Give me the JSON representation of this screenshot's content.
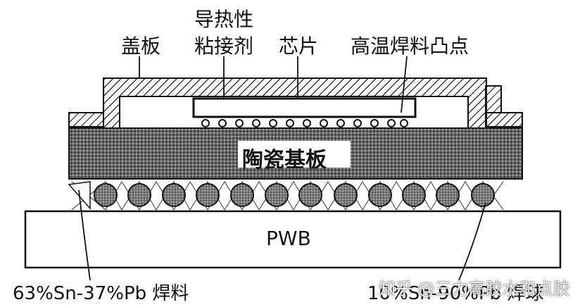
{
  "labels": {
    "cover_plate": "盖板",
    "thermal_adhesive_line1": "导热性",
    "thermal_adhesive_line2": "粘接剂",
    "chip": "芯片",
    "high_temp_solder_bumps": "高温焊料凸点",
    "ceramic_substrate": "陶瓷基板",
    "pwb": "PWB",
    "solder_63_37": "63%Sn-37%Pb 焊料",
    "solder_ball_10_90": "10%Sn-90%Pb 焊球"
  },
  "watermark": "知乎 @三力高胶水和点胶",
  "colors": {
    "ink": "#111111",
    "ball_fill": "#8a8a8a",
    "substrate_fill": "#5a5a5a",
    "background": "#ffffff"
  }
}
